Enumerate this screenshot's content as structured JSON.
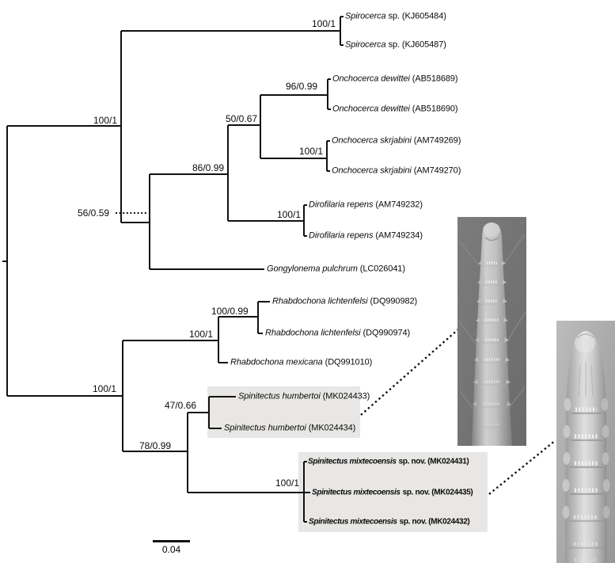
{
  "figure": {
    "kind": "phylogenetic tree with SEM insets",
    "scale_bar_label": "0.04",
    "supports": [
      {
        "value": "100/1",
        "node": "Spirocerca-to-Gongylonema clade"
      },
      {
        "value": "100/1",
        "node": "Spirocerca sp. pair"
      },
      {
        "value": "96/0.99",
        "node": "Onchocerca dewittei pair"
      },
      {
        "value": "50/0.67",
        "node": "Onchocerca clade"
      },
      {
        "value": "100/1",
        "node": "Onchocerca skrjabini pair"
      },
      {
        "value": "86/0.99",
        "node": "Onchocerca plus Dirofilaria clade"
      },
      {
        "value": "100/1",
        "node": "Dirofilaria repens pair"
      },
      {
        "value": "56/0.59",
        "node": "Onchocerca-Dirofilaria-Gongylonema clade"
      },
      {
        "value": "100/0.99",
        "node": "Rhabdochona lichtenfelsi pair"
      },
      {
        "value": "100/1",
        "node": "Rhabdochona clade"
      },
      {
        "value": "100/1",
        "node": "Rhabdochona plus Spinitectus clade"
      },
      {
        "value": "47/0.66",
        "node": "Spinitectus humbertoi pair"
      },
      {
        "value": "78/0.99",
        "node": "Spinitectus clade"
      },
      {
        "value": "100/1",
        "node": "Spinitectus mixtecoensis clade"
      }
    ],
    "taxa": [
      {
        "italic": "Spirocerca",
        "roman": "sp. (KJ605484)",
        "bold": false
      },
      {
        "italic": "Spirocerca",
        "roman": "sp. (KJ605487)",
        "bold": false
      },
      {
        "italic": "Onchocerca dewittei",
        "roman": "(AB518689)",
        "bold": false
      },
      {
        "italic": "Onchocerca dewittei",
        "roman": "(AB518690)",
        "bold": false
      },
      {
        "italic": "Onchocerca skrjabini",
        "roman": "(AM749269)",
        "bold": false
      },
      {
        "italic": "Onchocerca skrjabini",
        "roman": "(AM749270)",
        "bold": false
      },
      {
        "italic": "Dirofilaria repens",
        "roman": "(AM749232)",
        "bold": false
      },
      {
        "italic": "Dirofilaria repens",
        "roman": "(AM749234)",
        "bold": false
      },
      {
        "italic": "Gongylonema pulchrum",
        "roman": "(LC026041)",
        "bold": false
      },
      {
        "italic": "Rhabdochona lichtenfelsi",
        "roman": "(DQ990982)",
        "bold": false
      },
      {
        "italic": "Rhabdochona lichtenfelsi",
        "roman": "(DQ990974)",
        "bold": false
      },
      {
        "italic": "Rhabdochona mexicana",
        "roman": "(DQ991010)",
        "bold": false
      },
      {
        "italic": "Spinitectus humbertoi",
        "roman": "(MK024433)",
        "bold": false
      },
      {
        "italic": "Spinitectus humbertoi",
        "roman": "(MK024434)",
        "bold": false
      },
      {
        "italic": "Spinitectus mixtecoensis",
        "roman": "sp. nov. (MK024431)",
        "bold": true
      },
      {
        "italic": "Spinitectus mixtecoensis",
        "roman": "sp. nov. (MK024435)",
        "bold": true
      },
      {
        "italic": "Spinitectus mixtecoensis",
        "roman": "sp. nov. (MK024432)",
        "bold": true
      }
    ],
    "highlight_color": "#e8e7e5",
    "sem_insets": [
      {
        "name": "sem-image-humbertoi",
        "linked_box": "Spinitectus humbertoi highlight box"
      },
      {
        "name": "sem-image-mixtecoensis",
        "linked_box": "Spinitectus mixtecoensis highlight box"
      }
    ]
  }
}
